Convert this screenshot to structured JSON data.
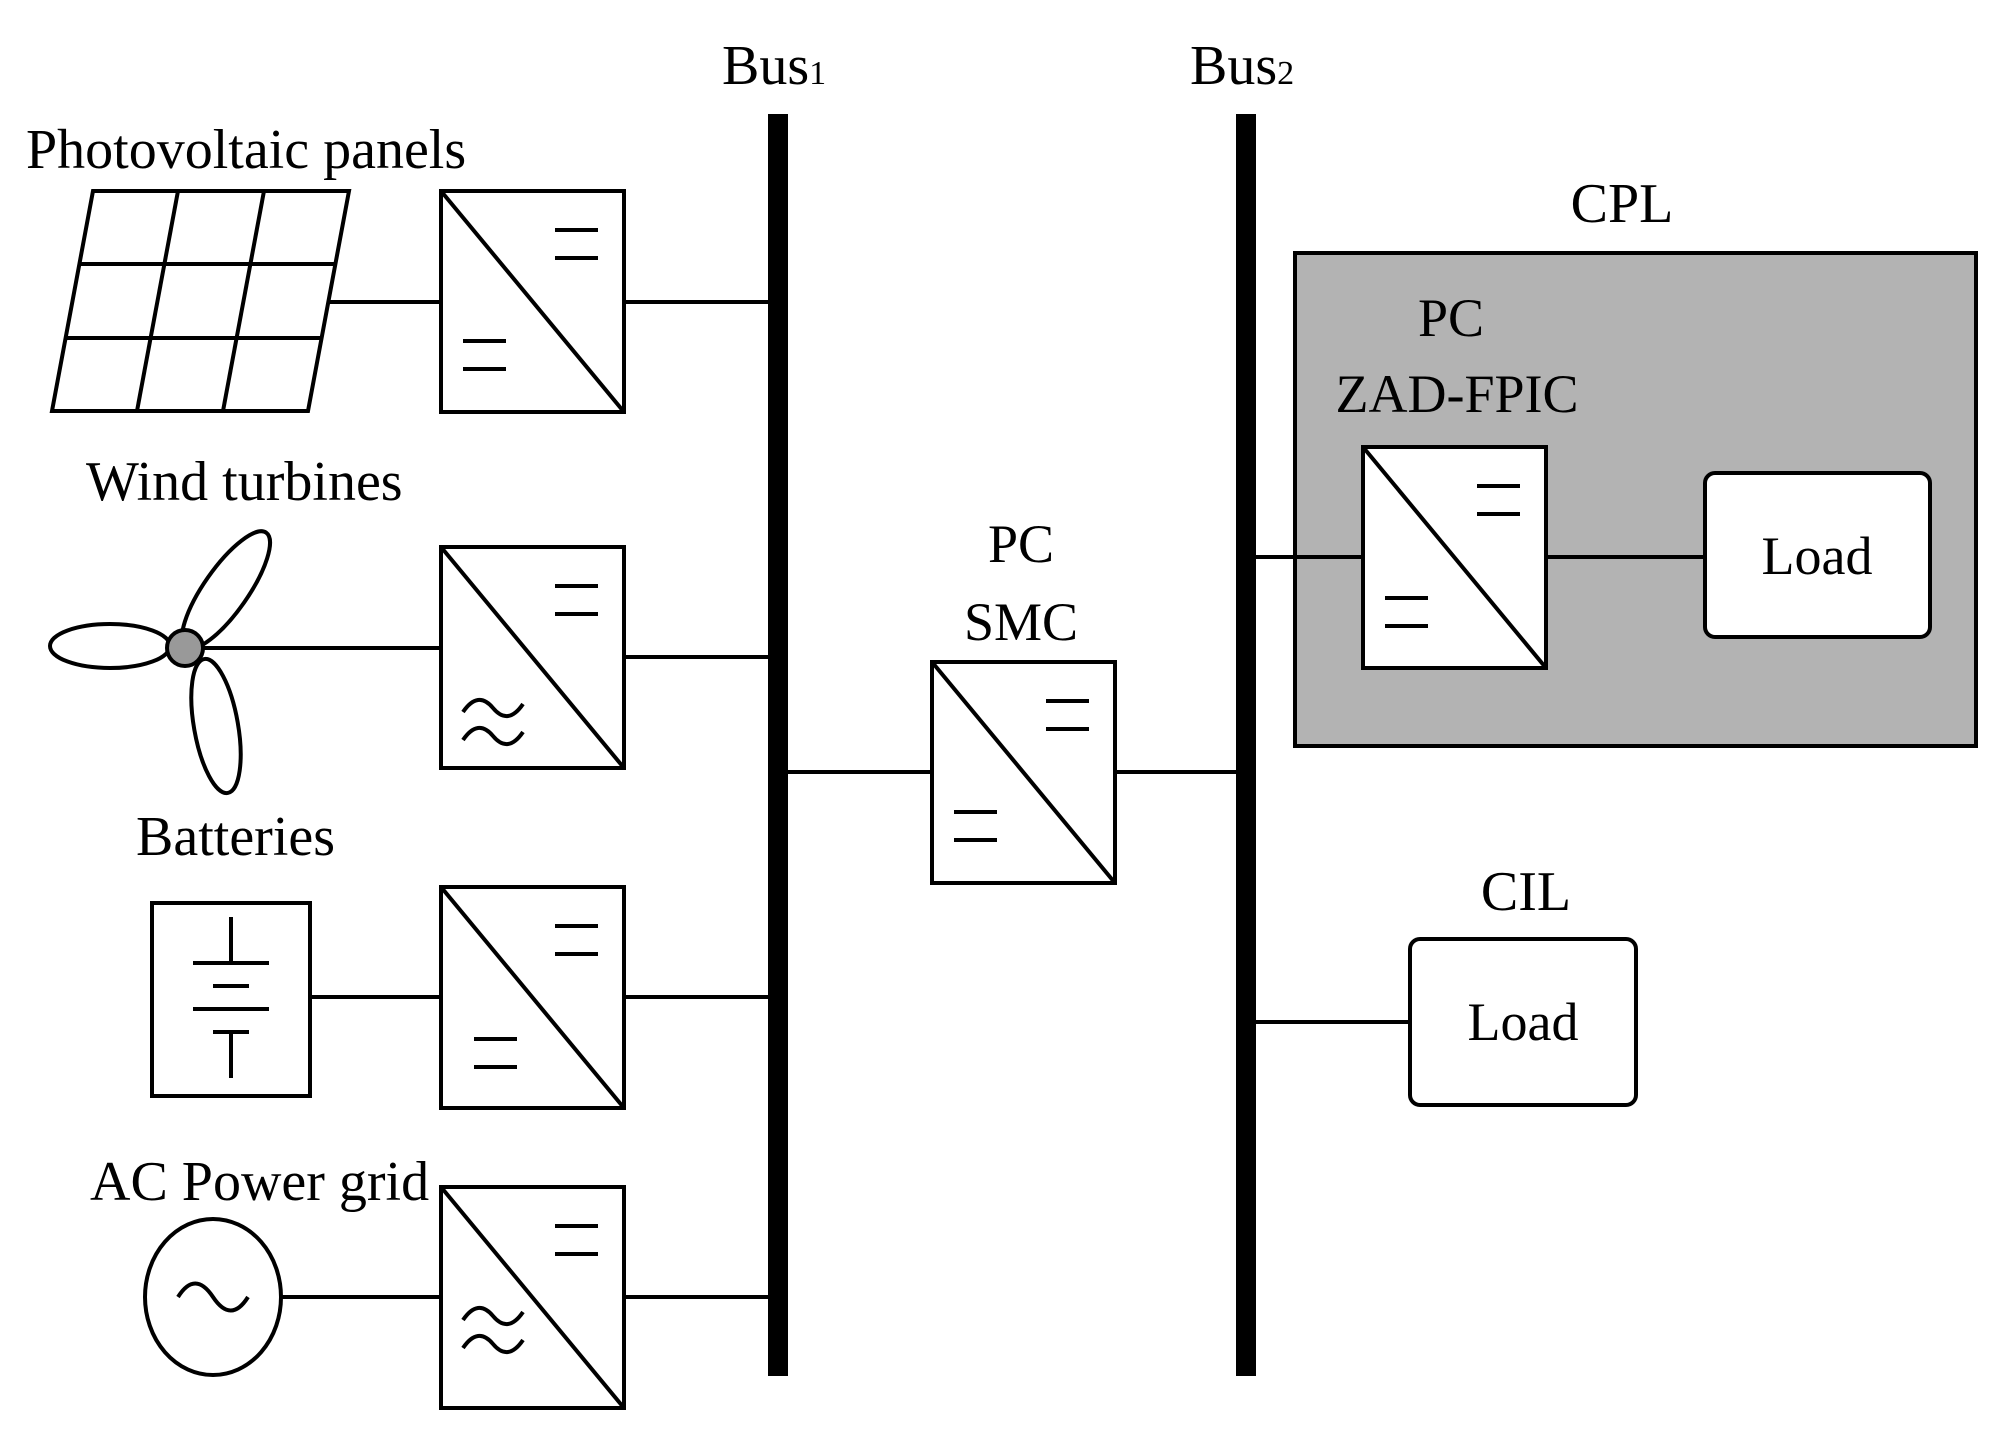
{
  "buses": {
    "bus1": {
      "label": "Bus",
      "sub": "1"
    },
    "bus2": {
      "label": "Bus",
      "sub": "2"
    }
  },
  "sources": {
    "pv": {
      "label": "Photovoltaic panels"
    },
    "wind": {
      "label": "Wind turbines"
    },
    "battery": {
      "label": "Batteries"
    },
    "grid": {
      "label": "AC Power grid"
    }
  },
  "middle_converter": {
    "line1": "PC",
    "line2": "SMC"
  },
  "cpl": {
    "title": "CPL",
    "converter_line1": "PC",
    "converter_line2": "ZAD-FPIC",
    "load": "Load",
    "fill_color": "#b3b3b3"
  },
  "cil": {
    "title": "CIL",
    "load": "Load"
  },
  "icons": {
    "dc_dc": "dc-dc-converter-icon",
    "ac_dc": "ac-dc-converter-icon",
    "pv": "solar-panel-icon",
    "wind": "wind-turbine-icon",
    "battery": "battery-icon",
    "ac_source": "ac-source-icon"
  },
  "colors": {
    "line": "#000000",
    "hub": "#999999"
  }
}
